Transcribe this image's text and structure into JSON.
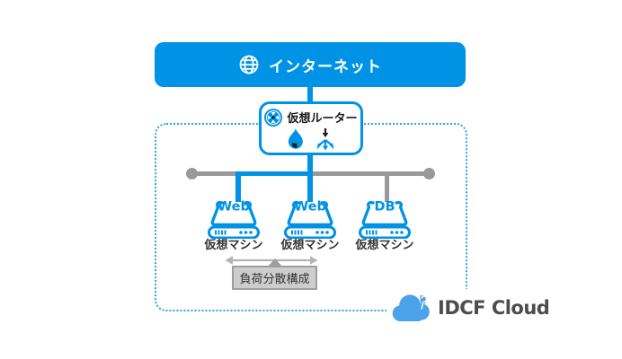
{
  "colors": {
    "primary_blue": "#0092E4",
    "dotted_border_blue": "#2FA3EA",
    "gray_line": "#999999",
    "arrow_gray": "#B3B3B3",
    "lb_box_fill": "#CDCDCD",
    "lb_box_border": "#9E9E9E",
    "label_dark": "#333333",
    "logo_cloud_blue": "#4CA2E9",
    "logo_text_gray": "#4D4D4D"
  },
  "internet_banner": {
    "label": "インターネット",
    "icon": "globe-icon"
  },
  "virtual_router": {
    "label": "仮想ルーター",
    "icons": [
      "router-icon",
      "firewall-flame-icon",
      "load-balancer-arrows-icon"
    ]
  },
  "servers": [
    {
      "role": "Web",
      "label": "仮想マシン"
    },
    {
      "role": "Web",
      "label": "仮想マシン"
    },
    {
      "role": "DB",
      "label": "仮想マシン"
    }
  ],
  "load_balancing": {
    "label": "負荷分散構成"
  },
  "logo": {
    "text": "IDCF Cloud"
  }
}
